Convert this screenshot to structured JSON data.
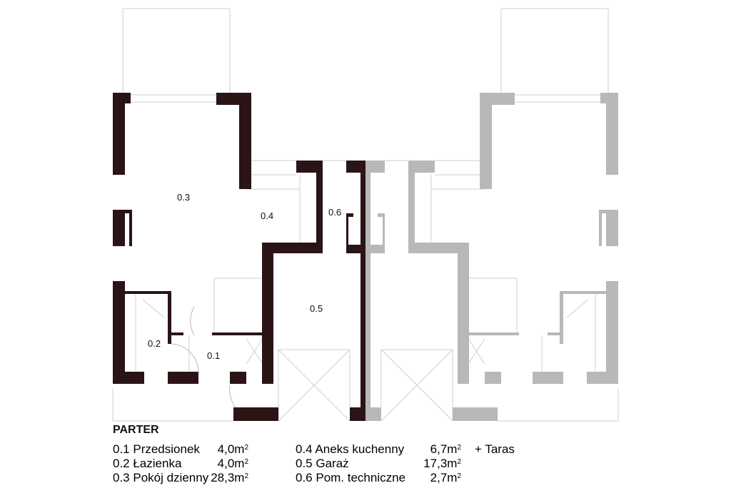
{
  "colors": {
    "wall": "#2b1416",
    "wall_mirrored": "#b8b8b8",
    "thin_line": "#cfcfcf"
  },
  "rooms": [
    {
      "id": "0.1",
      "label": "0.1"
    },
    {
      "id": "0.2",
      "label": "0.2"
    },
    {
      "id": "0.3",
      "label": "0.3"
    },
    {
      "id": "0.4",
      "label": "0.4"
    },
    {
      "id": "0.5",
      "label": "0.5"
    },
    {
      "id": "0.6",
      "label": "0.6"
    }
  ],
  "legend": {
    "title": "PARTER",
    "unit": "m",
    "unit_sup": "2",
    "items": [
      {
        "name": "0.1 Przedsionek",
        "area": "4,0"
      },
      {
        "name": "0.2 Łazienka",
        "area": "4,0"
      },
      {
        "name": "0.3 Pokój dzienny",
        "area": "28,3"
      },
      {
        "name": "0.4 Aneks kuchenny",
        "area": "6,7"
      },
      {
        "name": "0.5 Garaż",
        "area": "17,3"
      },
      {
        "name": "0.6 Pom. techniczne",
        "area": "2,7"
      }
    ],
    "extra": "+ Taras"
  }
}
